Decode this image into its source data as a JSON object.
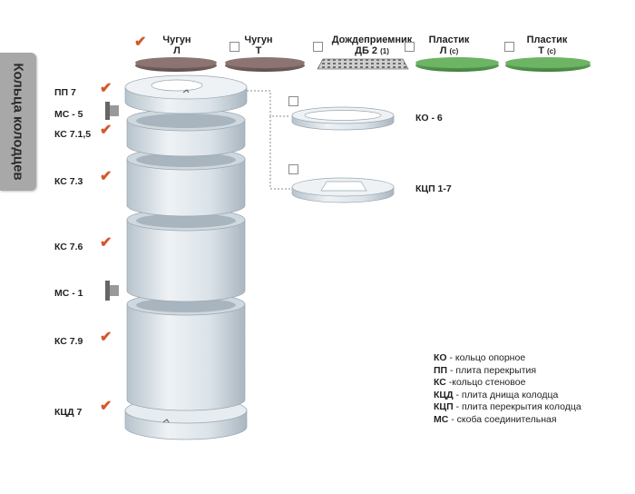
{
  "side_tab": {
    "title": "Кольца колодцев"
  },
  "covers": [
    {
      "line1": "Чугун",
      "line2": "Л",
      "sub": "",
      "checked": true
    },
    {
      "line1": "Чугун",
      "line2": "Т",
      "sub": "",
      "checked": false
    },
    {
      "line1": "Дождеприемник",
      "line2": "ДБ 2",
      "sub": "(1)",
      "checked": false
    },
    {
      "line1": "Пластик",
      "line2": "Л",
      "sub": "(с)",
      "checked": false
    },
    {
      "line1": "Пластик",
      "line2": "Т",
      "sub": "(с)",
      "checked": false
    }
  ],
  "stack_labels": [
    {
      "label": "ПП 7",
      "icon": "check"
    },
    {
      "label": "МС - 5",
      "icon": "bracket"
    },
    {
      "label": "КС 7.1,5",
      "icon": "check"
    },
    {
      "label": "КС 7.3",
      "icon": "check"
    },
    {
      "label": "КС 7.6",
      "icon": "check"
    },
    {
      "label": "МС - 1",
      "icon": "bracket"
    },
    {
      "label": "КС 7.9",
      "icon": "check"
    },
    {
      "label": "КЦД 7",
      "icon": "check"
    }
  ],
  "alternatives": [
    {
      "label": "КО - 6",
      "checked": false
    },
    {
      "label": "КЦП 1-7",
      "checked": false
    }
  ],
  "legend": [
    {
      "abbr": "КО",
      "text": " - кольцо опорное"
    },
    {
      "abbr": "ПП",
      "text": " - плита перекрытия"
    },
    {
      "abbr": "КС",
      "text": " -кольцо стеновое"
    },
    {
      "abbr": "КЦД",
      "text": " - плита днища колодца"
    },
    {
      "abbr": "КЦП",
      "text": " - плита перекрытия колодца"
    },
    {
      "abbr": "МС",
      "text": " - скоба соединительная"
    }
  ],
  "colors": {
    "cast_iron": "#7a6563",
    "plastic": "#5fa35a",
    "concrete": "#dfe6ec",
    "check": "#d4572a",
    "tab": "#a8a8a8"
  }
}
